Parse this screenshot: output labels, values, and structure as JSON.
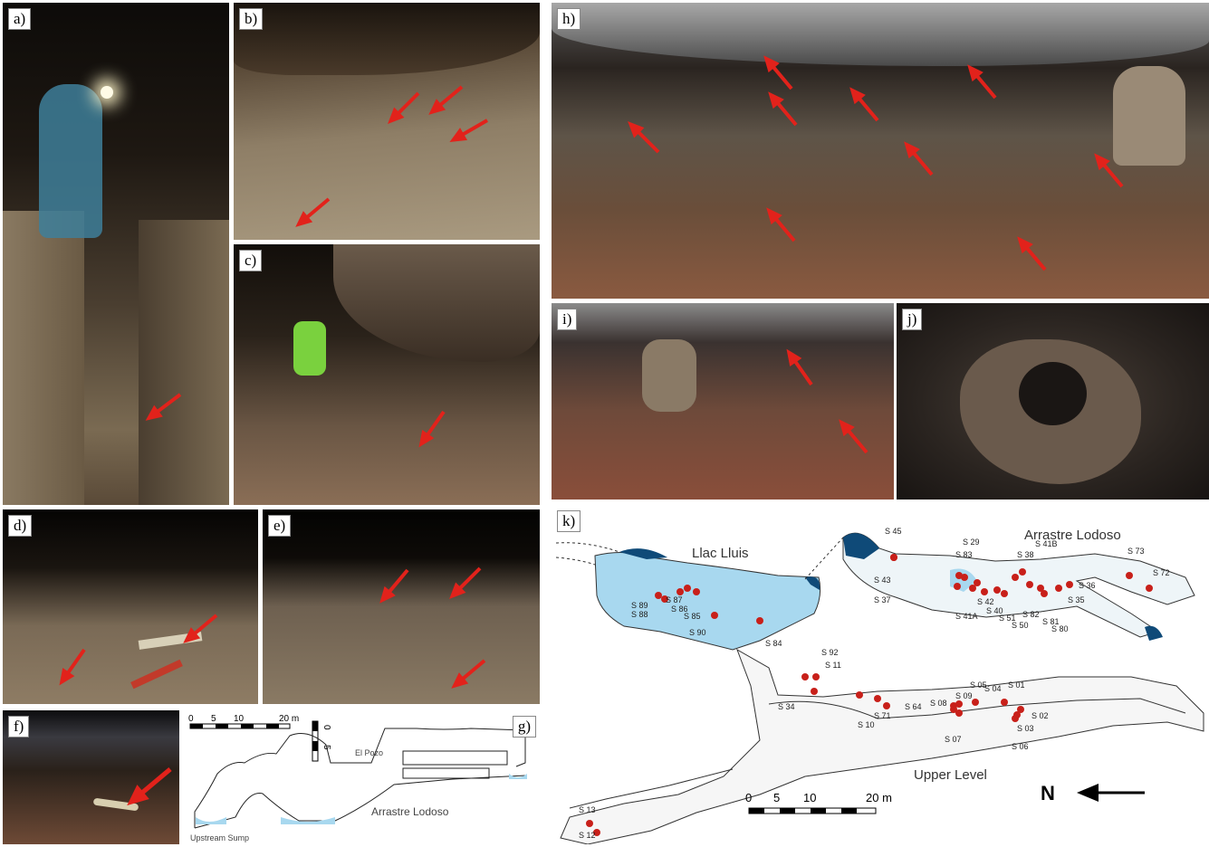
{
  "panels": {
    "a": {
      "tag": "a)"
    },
    "b": {
      "tag": "b)"
    },
    "c": {
      "tag": "c)"
    },
    "d": {
      "tag": "d)"
    },
    "e": {
      "tag": "e)"
    },
    "f": {
      "tag": "f)"
    },
    "g": {
      "tag": "g)",
      "scale_h": [
        "0",
        "5",
        "10",
        "20 m"
      ],
      "scale_v": [
        "0",
        "5"
      ],
      "labels": {
        "el_pozo": "El Pozo",
        "arrastre": "Arrastre Lodoso",
        "sump": "Upstream Sump"
      }
    },
    "h": {
      "tag": "h)"
    },
    "i": {
      "tag": "i)"
    },
    "j": {
      "tag": "j)"
    },
    "k": {
      "tag": "k)",
      "labels": {
        "llac": "Llac Lluis",
        "arrastre": "Arrastre Lodoso",
        "upper": "Upper Level",
        "north": "N"
      },
      "scale": [
        "0",
        "5",
        "10",
        "20 m"
      ],
      "stations": [
        "S 45",
        "S 43",
        "S 29",
        "S 83",
        "S 38",
        "S 41B",
        "S 73",
        "S 72",
        "S 36",
        "S 35",
        "S 37",
        "S 41A",
        "S 42",
        "S 40",
        "S 51",
        "S 50",
        "S 82",
        "S 81",
        "S 80",
        "S 89",
        "S 88",
        "S 87",
        "S 86",
        "S 85",
        "S 90",
        "S 84",
        "S 92",
        "S 11",
        "S 34",
        "S 10",
        "S 71",
        "S 64",
        "S 05",
        "S 09",
        "S 08",
        "S 07",
        "S 04",
        "S 01",
        "S 06",
        "S 02",
        "S 03",
        "S 13",
        "S 12"
      ]
    }
  },
  "colors": {
    "arrow": "#e2221b",
    "water": "#a8d8ef",
    "water_dark": "#0f4a78",
    "station": "#c8201a"
  }
}
